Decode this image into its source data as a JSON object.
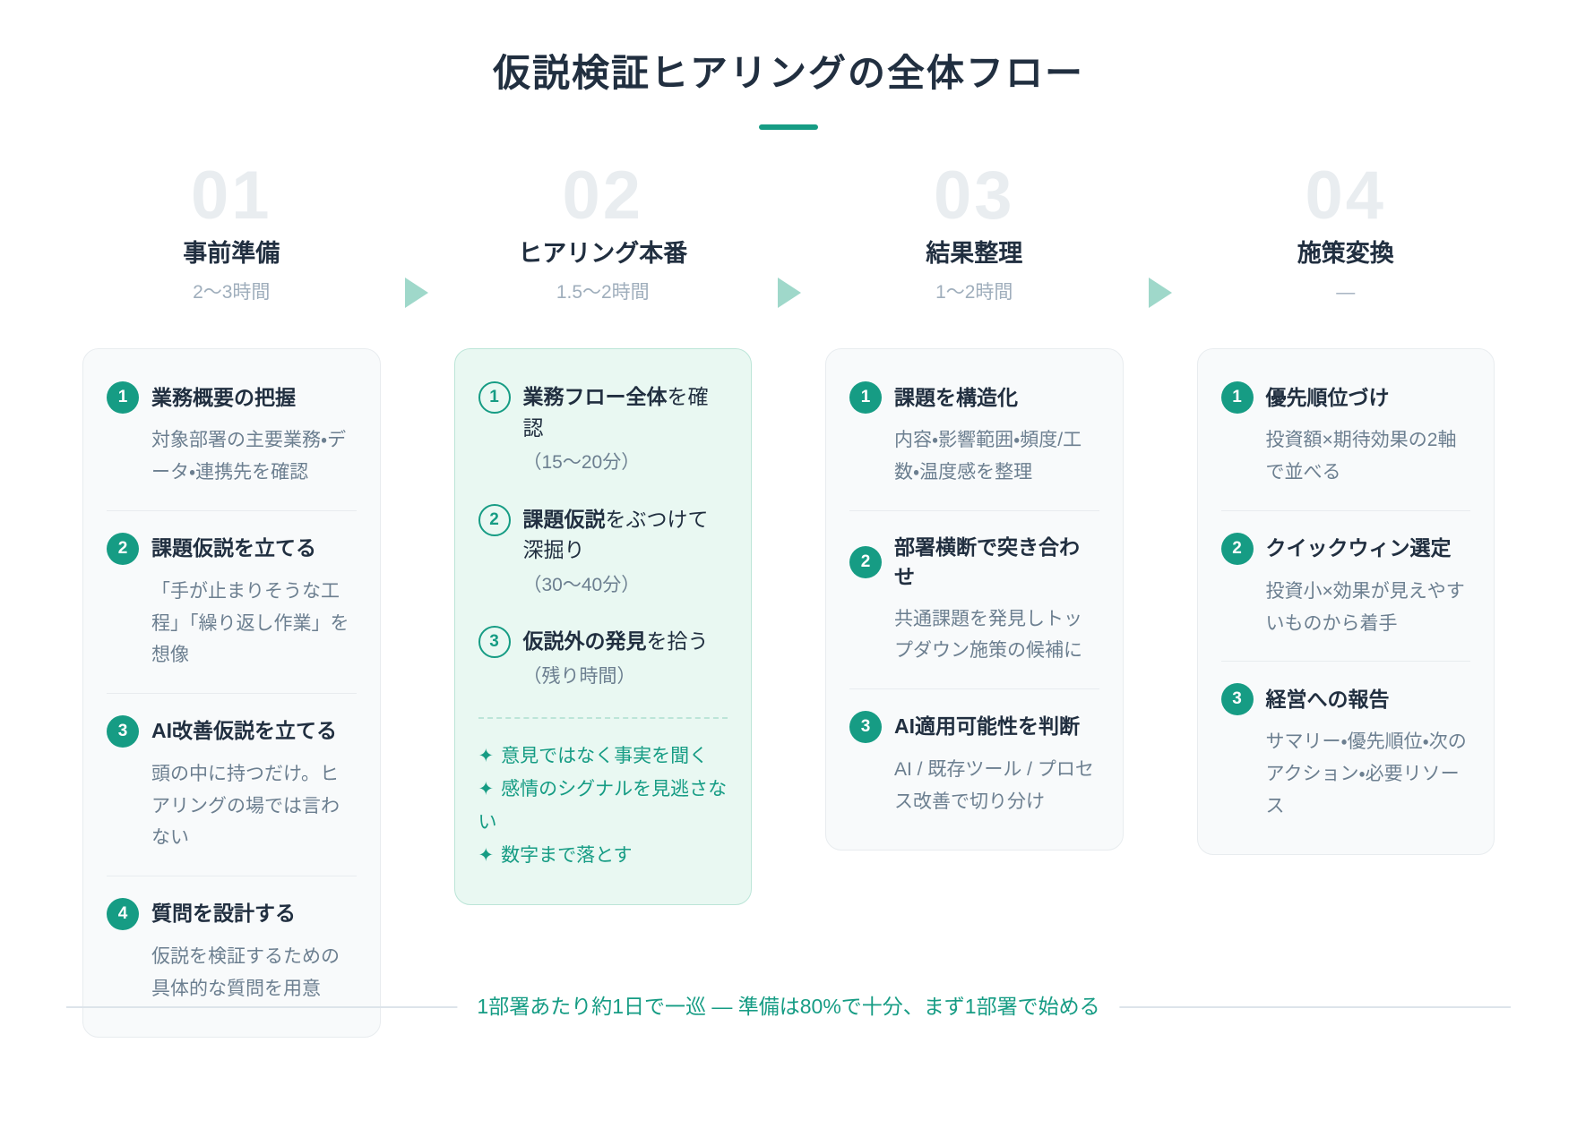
{
  "title": "仮説検証ヒアリングの全体フロー",
  "footer": {
    "note": "1部署あたり約1日で一巡 — 準備は80%で十分、まず1部署で始める"
  },
  "colors": {
    "accent": "#169c84",
    "accent_light": "#9fd8ca",
    "ink": "#212f40",
    "desc": "#6c7f90",
    "muted": "#9faebc",
    "ghost": "#e9edf0",
    "card_bg": "#f8fafb",
    "card_border": "#e8ecef",
    "mint_bg": "#e9f8f2",
    "mint_border": "#bce5d8"
  },
  "steps": [
    {
      "number": "01",
      "label": "事前準備",
      "duration": "2〜3時間",
      "card_style": "plain",
      "items": [
        {
          "num": "1",
          "title": "業務概要の把握",
          "desc": "対象部署の主要業務・データ・連携先を確認"
        },
        {
          "num": "2",
          "title": "課題仮説を立てる",
          "desc": "「手が止まりそうな工程」「繰り返し作業」を想像"
        },
        {
          "num": "3",
          "title": "AI改善仮説を立てる",
          "desc": "頭の中に持つだけ。ヒアリングの場では言わない"
        },
        {
          "num": "4",
          "title": "質問を設計する",
          "desc": "仮説を検証するための具体的な質問を用意"
        }
      ]
    },
    {
      "number": "02",
      "label": "ヒアリング本番",
      "duration": "1.5〜2時間",
      "card_style": "highlight",
      "items": [
        {
          "num": "1",
          "title_bold": "業務フロー全体",
          "title_rest": "を確認",
          "time": "（15〜20分）"
        },
        {
          "num": "2",
          "title_bold": "課題仮説",
          "title_rest": "をぶつけて深掘り",
          "time": "（30〜40分）"
        },
        {
          "num": "3",
          "title_bold": "仮説外の発見",
          "title_rest": "を拾う",
          "time": "（残り時間）"
        }
      ],
      "tip_icon": "✦",
      "tips": [
        "意見ではなく事実を聞く",
        "感情のシグナルを見逃さない",
        "数字まで落とす"
      ]
    },
    {
      "number": "03",
      "label": "結果整理",
      "duration": "1〜2時間",
      "card_style": "plain",
      "items": [
        {
          "num": "1",
          "title": "課題を構造化",
          "desc": "内容・影響範囲・頻度/工数・温度感を整理"
        },
        {
          "num": "2",
          "title": "部署横断で突き合わせ",
          "desc": "共通課題を発見しトップダウン施策の候補に"
        },
        {
          "num": "3",
          "title": "AI適用可能性を判断",
          "desc": "AI / 既存ツール / プロセス改善で切り分け"
        }
      ]
    },
    {
      "number": "04",
      "label": "施策変換",
      "duration": "—",
      "card_style": "plain",
      "items": [
        {
          "num": "1",
          "title": "優先順位づけ",
          "desc": "投資額×期待効果の2軸で並べる"
        },
        {
          "num": "2",
          "title": "クイックウィン選定",
          "desc": "投資小×効果が見えやすいものから着手"
        },
        {
          "num": "3",
          "title": "経営への報告",
          "desc": "サマリー・優先順位・次のアクション・必要リソース"
        }
      ]
    }
  ]
}
